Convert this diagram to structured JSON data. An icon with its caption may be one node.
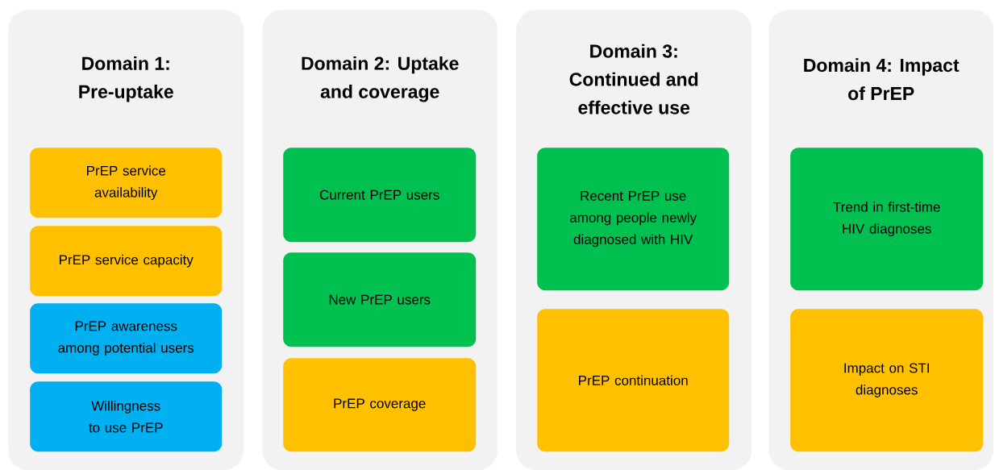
{
  "diagram": {
    "nodes": [
      {
        "text": [
          "Domain 1: Pre-uptake"
        ]
      },
      {
        "text": [
          "PrEP service availability"
        ],
        "in": 0
      },
      {
        "text": [
          "PrEP service capacity"
        ],
        "in": 0
      },
      {
        "text": [
          "PrEP awareness among potential users"
        ],
        "in": 0
      },
      {
        "text": [
          "Willingness to use PrEP"
        ],
        "in": 0
      },
      {
        "text": [
          "Domain 2: Uptake and coverage"
        ]
      },
      {
        "text": [
          "Current PrEP users"
        ],
        "in": 5
      },
      {
        "text": [
          "New PrEP users"
        ],
        "in": 5
      },
      {
        "text": [
          "PrEP coverage"
        ],
        "in": 5
      },
      {
        "text": [
          "Domain 3: Continued and effective use"
        ]
      },
      {
        "text": [
          "Recent PrEP use among people newly diagnosed with HIV"
        ],
        "in": 9
      },
      {
        "text": [
          "PrEP continuation"
        ],
        "in": 9
      },
      {
        "text": [
          "Domain 4: Impact of PrEP"
        ]
      },
      {
        "text": [
          "Trend in first-time HIV diagnoses"
        ],
        "in": 12
      },
      {
        "text": [
          "Impact on STI diagnoses"
        ],
        "in": 12
      }
    ],
    "edges": []
  }
}
